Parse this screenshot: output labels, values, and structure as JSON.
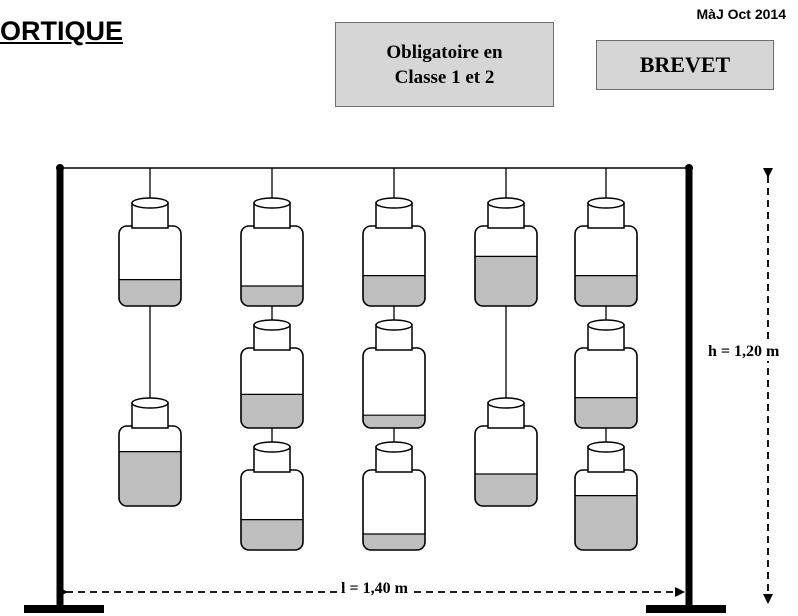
{
  "header": {
    "title": "ORTIQUE",
    "update": "MàJ Oct 2014"
  },
  "badges": {
    "obligatoire_line1": "Obligatoire en",
    "obligatoire_line2": "Classe 1 et 2",
    "brevet": "BREVET"
  },
  "dimensions": {
    "height_label": "h = 1,20 m",
    "width_label": "l =  1,40 m"
  },
  "colors": {
    "frame": "#000000",
    "fill": "#bebebe",
    "box_background": "#d6d6d6"
  },
  "columns": [
    {
      "bottles": [
        {
          "fill": 0.33
        },
        {
          "fill": 0.68
        }
      ]
    },
    {
      "bottles": [
        {
          "fill": 0.25
        },
        {
          "fill": 0.42
        },
        {
          "fill": 0.38
        }
      ]
    },
    {
      "bottles": [
        {
          "fill": 0.38
        },
        {
          "fill": 0.16
        },
        {
          "fill": 0.2
        }
      ]
    },
    {
      "bottles": [
        {
          "fill": 0.62
        },
        {
          "fill": 0.4
        }
      ]
    },
    {
      "bottles": [
        {
          "fill": 0.38
        },
        {
          "fill": 0.38
        },
        {
          "fill": 0.68
        }
      ]
    }
  ]
}
